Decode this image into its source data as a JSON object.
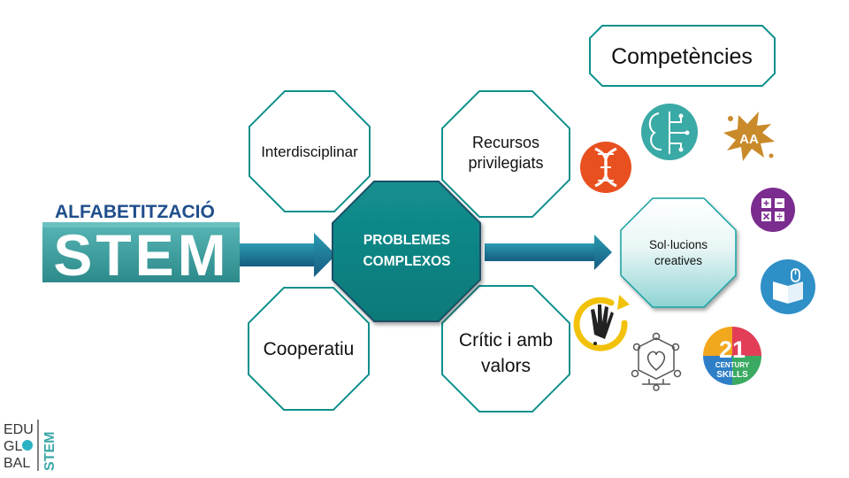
{
  "title": {
    "line1": "ALFABETITZACIÓ",
    "line2": "STEM"
  },
  "center": {
    "line1": "PROBLEMES",
    "line2": "COMPLEXOS"
  },
  "octagons": {
    "interdisciplinar": "Interdisciplinar",
    "recursos": {
      "line1": "Recursos",
      "line2": "privilegiats"
    },
    "cooperatiu": "Cooperatiu",
    "critic": {
      "line1": "Crític i amb",
      "line2": "valors"
    }
  },
  "solucions": {
    "line1": "Sol·lucions",
    "line2": "creatives"
  },
  "competencies": "Competències",
  "logo": {
    "edu": "EDU",
    "gl": "GL",
    "bal": "BAL",
    "stem": "STEM"
  },
  "badge21": {
    "num": "21",
    "line1": "CENTURY",
    "line2": "SKILLS"
  },
  "colors": {
    "teal": "#0f8f8f",
    "teal_dark": "#0a6d6d",
    "navy": "#1f4e8c",
    "arrow": "#1b6f93",
    "stroke": "#10908c"
  }
}
